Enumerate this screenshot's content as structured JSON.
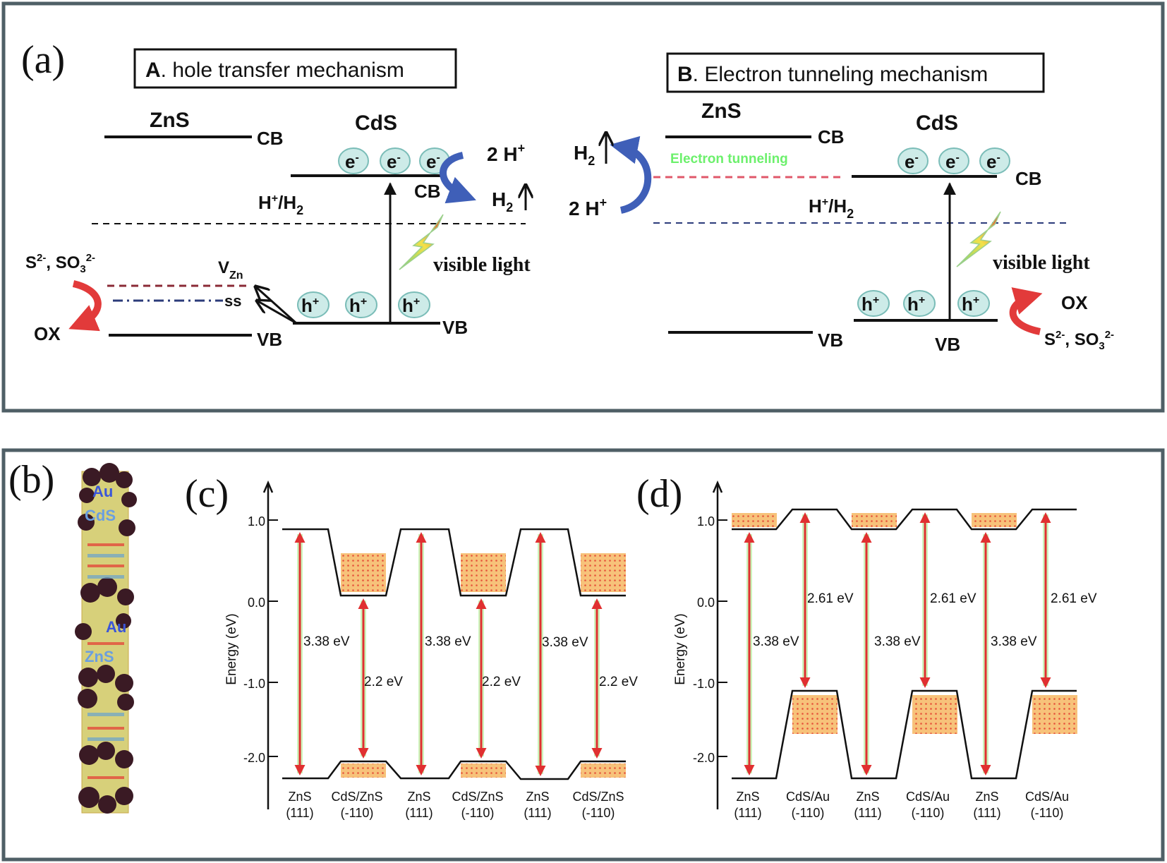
{
  "colors": {
    "frame": "#4f5f66",
    "line": "#111111",
    "vacancy_dash": "#8a2a36",
    "surface_dash": "#2b3b7a",
    "tunnel_dash": "#e0586a",
    "blue_arrow": "#3f5fb8",
    "red_arrow": "#e23a3a",
    "tunnel_text": "#6cf06c",
    "carrier_fill": "#cdebe8",
    "carrier_stroke": "#7bbdb8",
    "gap_arrow": "#e03030",
    "gap_glow": "#b8f0a0",
    "band_fill": "#f7c27a",
    "band_dot": "#e6533a"
  },
  "icons": [
    "lightning-bolt-icon"
  ],
  "panel_a": {
    "label": "(a)",
    "mech_a": {
      "title_bold": "A",
      "title_rest": ". hole transfer mechanism",
      "zns": "ZnS",
      "cds": "CdS",
      "zns_cb": "CB",
      "zns_vb": "VB",
      "cds_cb": "CB",
      "cds_vb": "VB",
      "electron": "e",
      "hole": "h",
      "two_h": "2 H",
      "h2": "H",
      "redox_h": "H",
      "redox_h2": "/H",
      "light": "visible light",
      "vzn": "V",
      "vzn_sub": "Zn",
      "ss": "ss",
      "s2": "S",
      "so3": ", SO",
      "ox": "OX"
    },
    "mech_b": {
      "title_bold": "B",
      "title_rest": ". Electron tunneling mechanism",
      "zns": "ZnS",
      "cds": "CdS",
      "zns_cb": "CB",
      "zns_vb": "VB",
      "cds_cb": "CB",
      "cds_vb": "VB",
      "tunneling": "Electron tunneling",
      "electron": "e",
      "hole": "h",
      "two_h": "2 H",
      "h2": "H",
      "redox_h": "H",
      "redox_h2": "/H",
      "light": "visible light",
      "s2": "S",
      "so3": ", SO",
      "ox": "OX"
    }
  },
  "panel_b": {
    "label": "(b)",
    "au_top": "Au",
    "cds": "CdS",
    "au_mid": "Au",
    "zns": "ZnS"
  },
  "panel_c": {
    "label": "(c)",
    "ylabel": "Energy (eV)",
    "yticks": [
      "1.0",
      "0.0",
      "-1.0",
      "-2.0"
    ],
    "gap_labels": [
      "3.38 eV",
      "2.2 eV",
      "3.38 eV",
      "2.2 eV",
      "3.38 eV",
      "2.2 eV"
    ],
    "cat_top": [
      "ZnS",
      "CdS/ZnS",
      "ZnS",
      "CdS/ZnS",
      "ZnS",
      "CdS/ZnS"
    ],
    "cat_bottom": [
      "(111)",
      "(-110)",
      "(111)",
      "(-110)",
      "(111)",
      "(-110)"
    ]
  },
  "panel_d": {
    "label": "(d)",
    "ylabel": "Energy (eV)",
    "yticks": [
      "1.0",
      "0.0",
      "-1.0",
      "-2.0"
    ],
    "gap_labels": [
      "3.38 eV",
      "2.61 eV",
      "3.38 eV",
      "2.61 eV",
      "3.38 eV",
      "2.61 eV"
    ],
    "cat_top": [
      "ZnS",
      "CdS/Au",
      "ZnS",
      "CdS/Au",
      "ZnS",
      "CdS/Au"
    ],
    "cat_bottom": [
      "(111)",
      "(-110)",
      "(111)",
      "(-110)",
      "(111)",
      "(-110)"
    ]
  }
}
